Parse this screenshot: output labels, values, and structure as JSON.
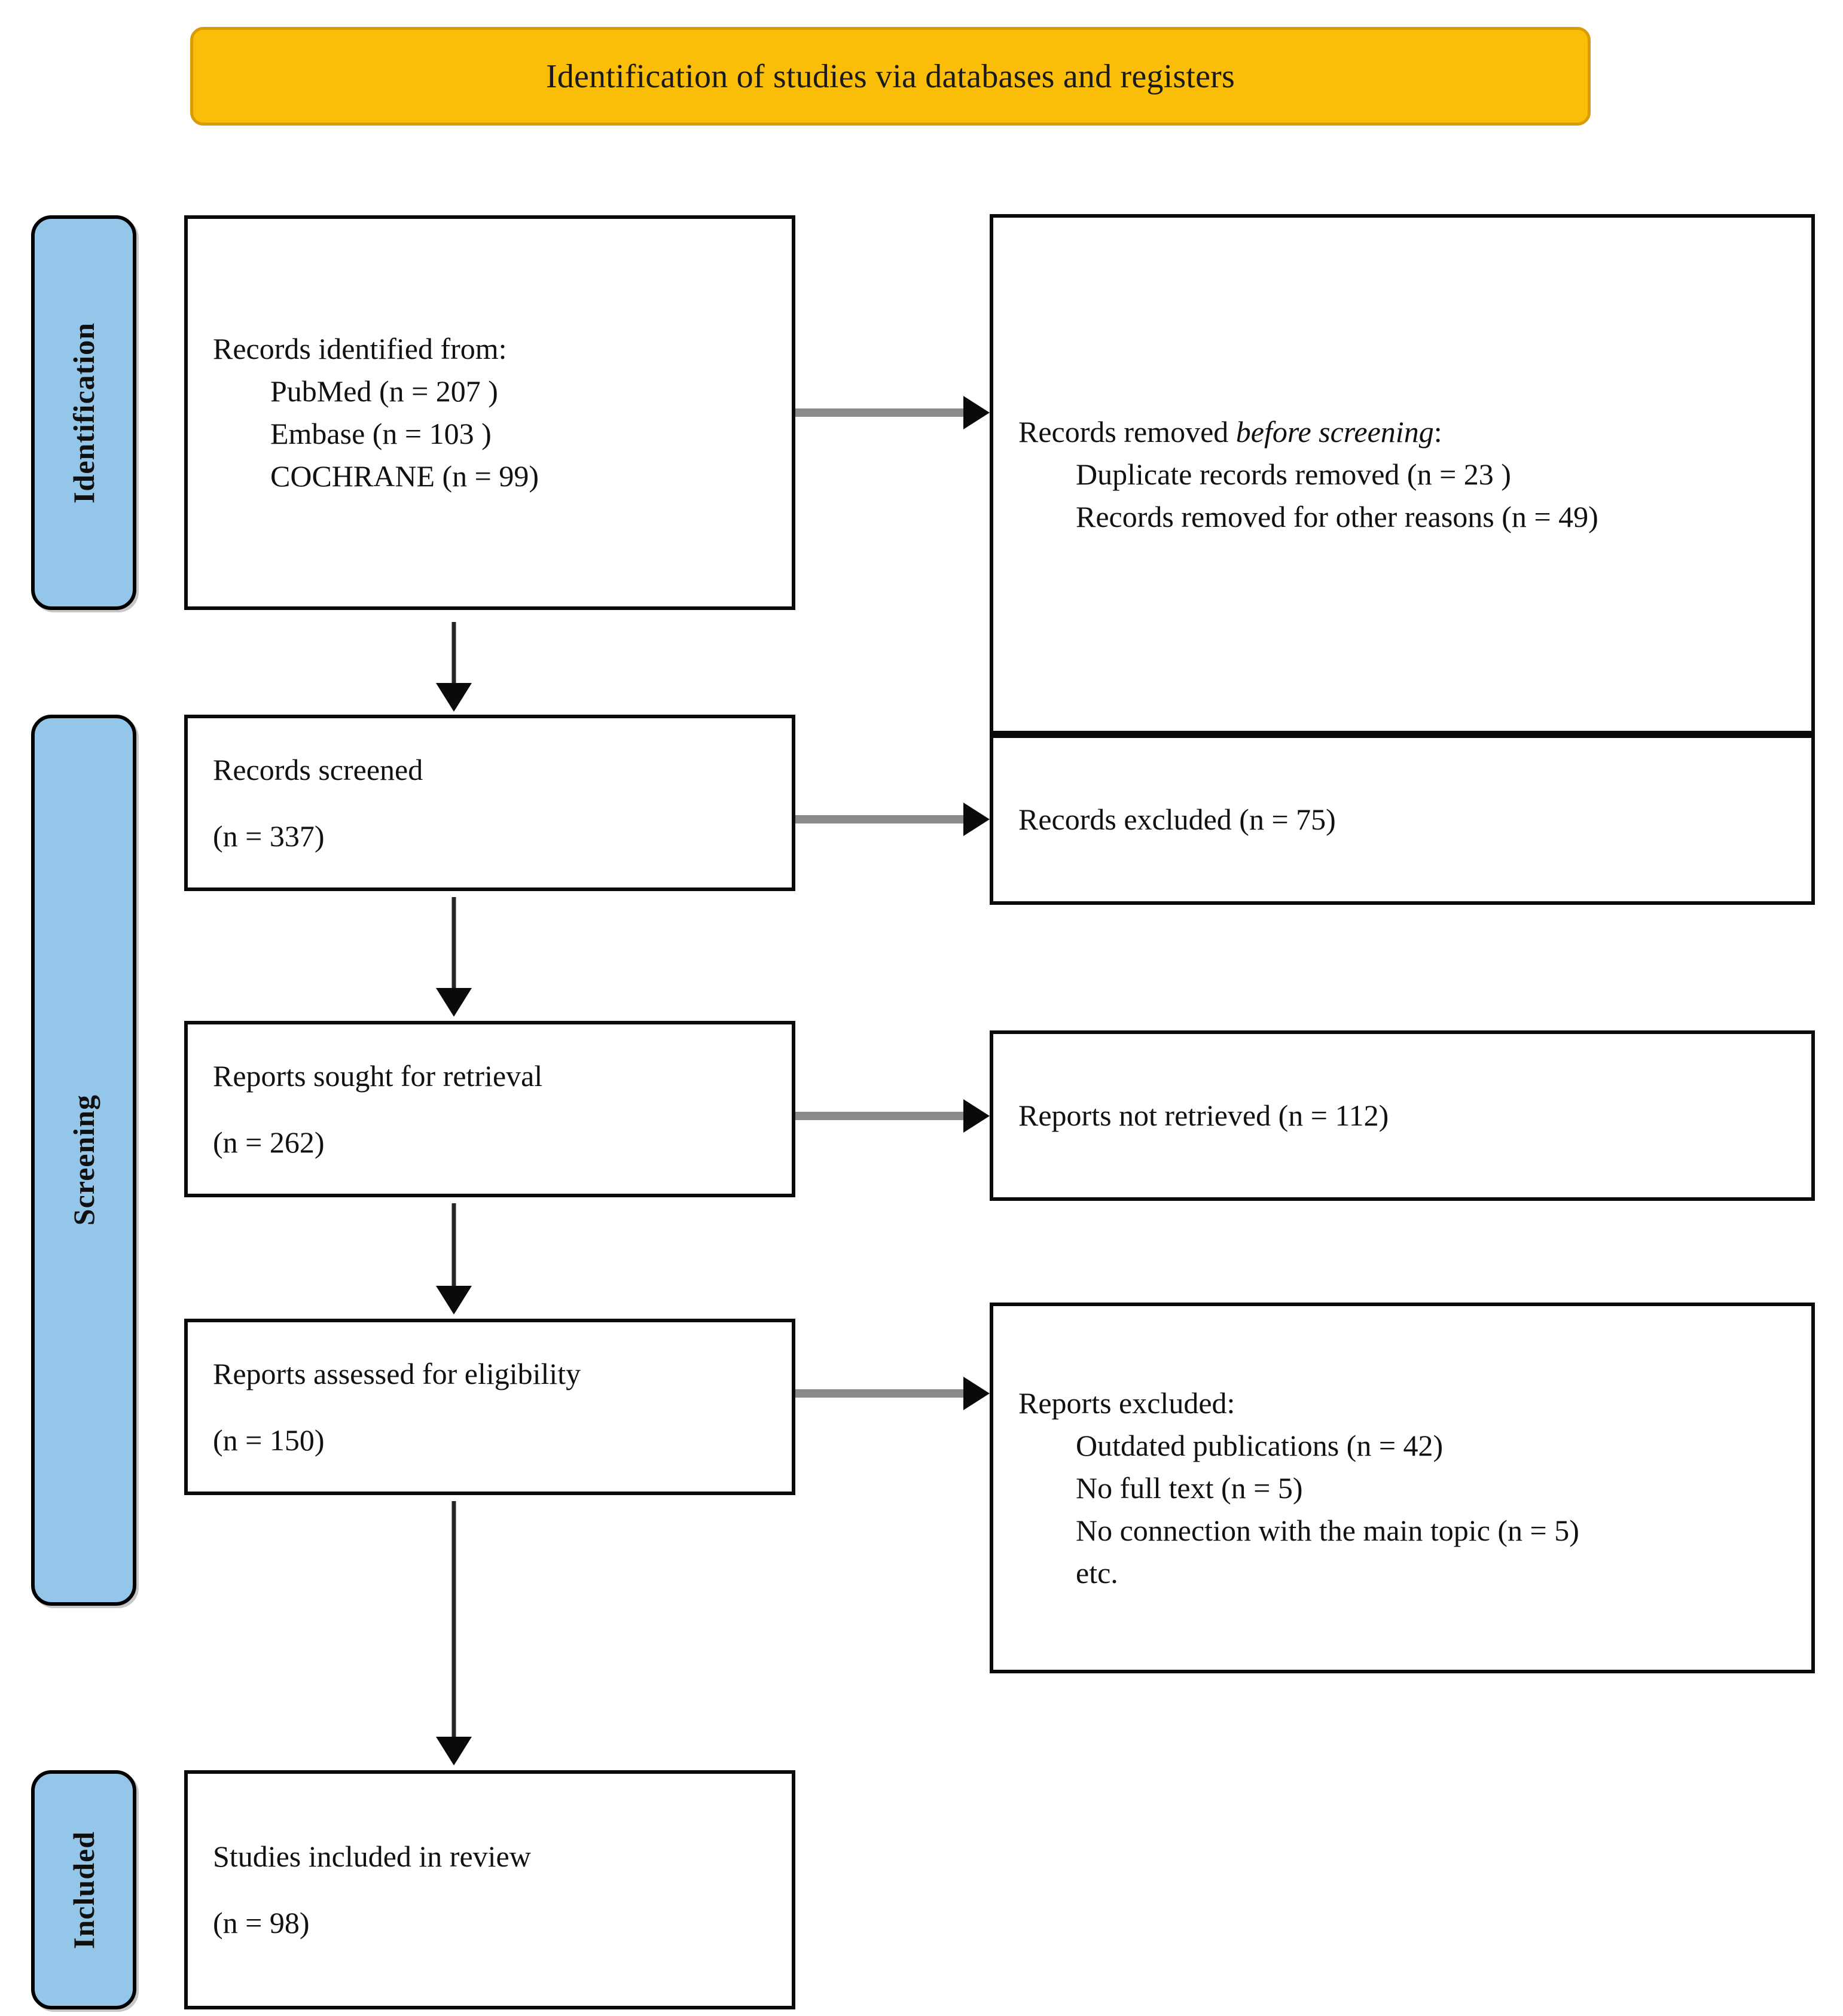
{
  "banner": {
    "title": "Identification of studies via databases and registers"
  },
  "stages": [
    {
      "id": "identification",
      "label": "Identification"
    },
    {
      "id": "screening",
      "label": "Screening"
    },
    {
      "id": "included",
      "label": "Included"
    }
  ],
  "boxes": {
    "identified": {
      "heading": "Records identified from:",
      "items": [
        "PubMed (n = 207 )",
        "Embase (n = 103 )",
        "COCHRANE (n = 99)"
      ]
    },
    "removed_before": {
      "heading_pre": "Records removed ",
      "heading_em": "before screening",
      "heading_post": ":",
      "items": [
        "Duplicate records removed (n = 23 )",
        "Records removed for other reasons (n = 49)"
      ]
    },
    "screened": {
      "label": "Records screened",
      "count": "(n = 337)"
    },
    "records_excluded": {
      "label": "Records excluded (n = 75)"
    },
    "sought": {
      "label": "Reports sought for retrieval",
      "count": "(n = 262)"
    },
    "not_retrieved": {
      "label": "Reports not retrieved (n = 112)"
    },
    "assessed": {
      "label": "Reports assessed for eligibility",
      "count": "(n = 150)"
    },
    "reports_excluded": {
      "heading": "Reports excluded:",
      "items": [
        "Outdated publications (n = 42)",
        "No full text (n = 5)",
        "No connection with the main topic (n = 5)",
        "etc."
      ]
    },
    "included_review": {
      "label": "Studies included in review",
      "count": "(n = 98)"
    }
  },
  "colors": {
    "banner_fill": "#FBBE08",
    "banner_border": "#D99B06",
    "stage_fill": "#93C6E8",
    "box_border": "#0A0A0A",
    "arrow_shaft": "#8A8A8A"
  }
}
